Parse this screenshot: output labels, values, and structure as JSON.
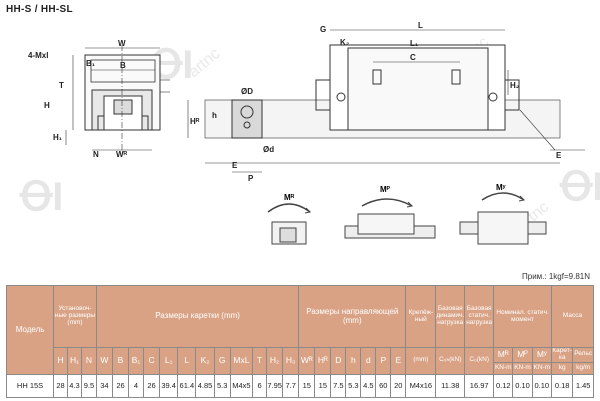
{
  "title": "HH-S / HH-SL",
  "note": "Прим.: 1kgf=9.81N",
  "watermark": "artnc",
  "drawing": {
    "front": {
      "W": "W",
      "B": "B",
      "B1": "B₁",
      "T": "T",
      "H": "H",
      "H1": "H₁",
      "N": "N",
      "WR": "Wᴿ",
      "M": "4-Mxl"
    },
    "side": {
      "G": "G",
      "K2": "K₂",
      "L": "L",
      "L1": "L₁",
      "C": "C",
      "H2": "H₂",
      "HR": "Hᴿ",
      "h": "h",
      "D": "ØD",
      "d": "Ød",
      "E": "E",
      "P": "P"
    },
    "moments": {
      "MR": "Mᴿ",
      "MP": "Mᴾ",
      "MY": "Mʸ"
    }
  },
  "table": {
    "model_label": "Модель",
    "group_mount": "Установоч-ные размеры (mm)",
    "group_block": "Размеры каретки (mm)",
    "group_rail": "Размеры направляющей (mm)",
    "bolt": "Крепёж-ный",
    "dyn": "Базовая динамич. нагрузка",
    "stat": "Базовая статич. нагрузка",
    "moment": "Номинал. статич. момент",
    "mass": "Масса",
    "mass_block": "Карет-ка",
    "mass_rail": "Рельс",
    "columns": [
      "H",
      "H₁",
      "N",
      "W",
      "B",
      "B₁",
      "C",
      "L₁",
      "L",
      "K₂",
      "G",
      "MxL",
      "T",
      "H₂",
      "H₃",
      "Wᴿ",
      "Hᴿ",
      "D",
      "h",
      "d",
      "P",
      "E"
    ],
    "unit_mm": "(mm)",
    "unit_c": "C₀ₕ(kN)",
    "unit_c0": "C₀(kN)",
    "m_cols": [
      "Mᴿ",
      "Mᴾ",
      "Mʸ"
    ],
    "m_units": [
      "KN-m",
      "KN-m",
      "KN-m"
    ],
    "mass_units": [
      "kg",
      "kg/m"
    ],
    "row": {
      "model": "HH 15S",
      "values": [
        "28",
        "4.3",
        "9.5",
        "34",
        "26",
        "4",
        "26",
        "39.4",
        "61.4",
        "4.85",
        "5.3",
        "M4x5",
        "6",
        "7.95",
        "7.7",
        "15",
        "15",
        "7.5",
        "5.3",
        "4.5",
        "60",
        "20"
      ],
      "bolt": "M4x16",
      "c": "11.38",
      "c0": "16.97",
      "m": [
        "0.12",
        "0.10",
        "0.10"
      ],
      "mass": [
        "0.18",
        "1.45"
      ]
    }
  }
}
